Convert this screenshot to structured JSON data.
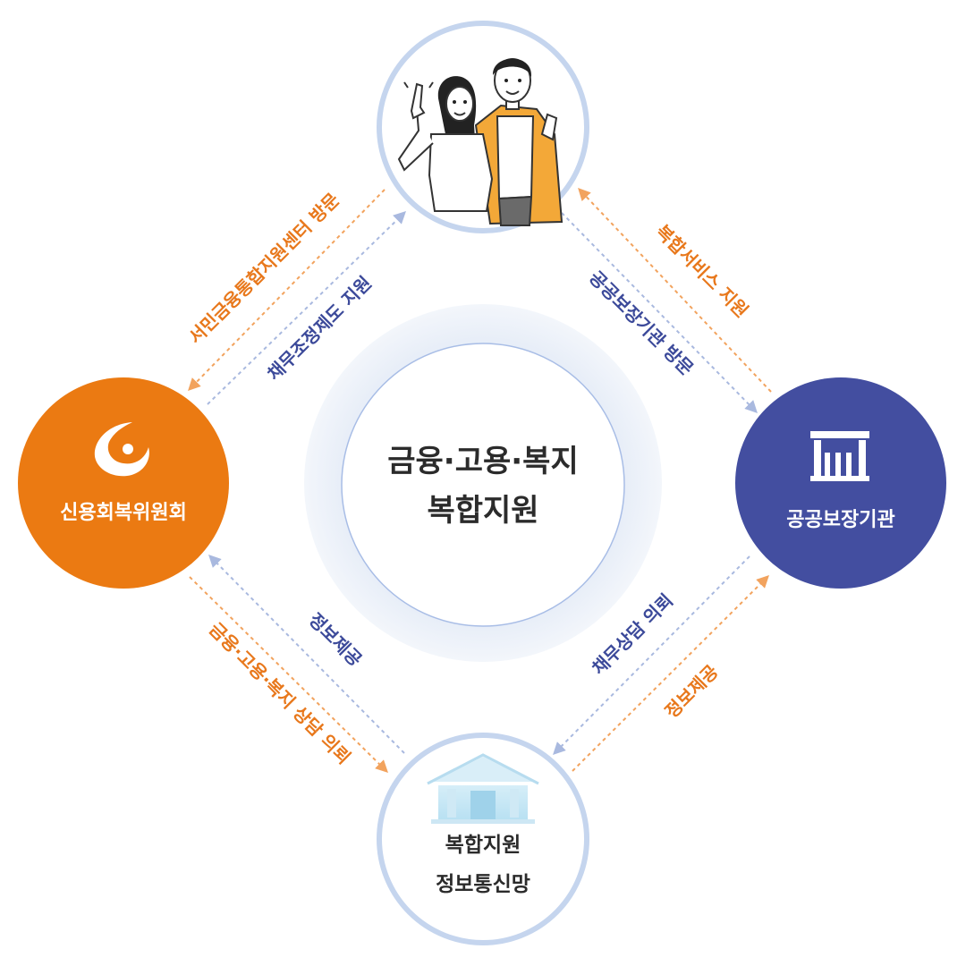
{
  "center": {
    "line1": "금융·고용·복지",
    "line2": "복합지원"
  },
  "nodes": {
    "people": {
      "name": "people-illustration"
    },
    "credit_recovery": {
      "label": "신용회복위원회",
      "color": "#eb7a12",
      "icon": "credit-recovery-logo-icon"
    },
    "public_security": {
      "label": "공공보장기관",
      "color": "#434ea0",
      "icon": "building-columns-icon"
    },
    "info_network": {
      "line1": "복합지원",
      "line2": "정보통신망",
      "icon": "building-icon"
    }
  },
  "edges": {
    "top_left_orange": "서민금융통합지원센터 방문",
    "top_left_navy": "채무조정제도 지원",
    "top_right_orange": "복합서비스 지원",
    "top_right_navy": "공공보장기관 방문",
    "bottom_left_orange": "금융·고용·복지 상담 의뢰",
    "bottom_left_navy": "정보제공",
    "bottom_right_navy": "채무상담 의뢰",
    "bottom_right_orange": "정보제공"
  },
  "colors": {
    "orange": "#e8781c",
    "navy": "#3c4a9a",
    "ring": "#c5d5ee",
    "halo": "#e6edf8"
  }
}
